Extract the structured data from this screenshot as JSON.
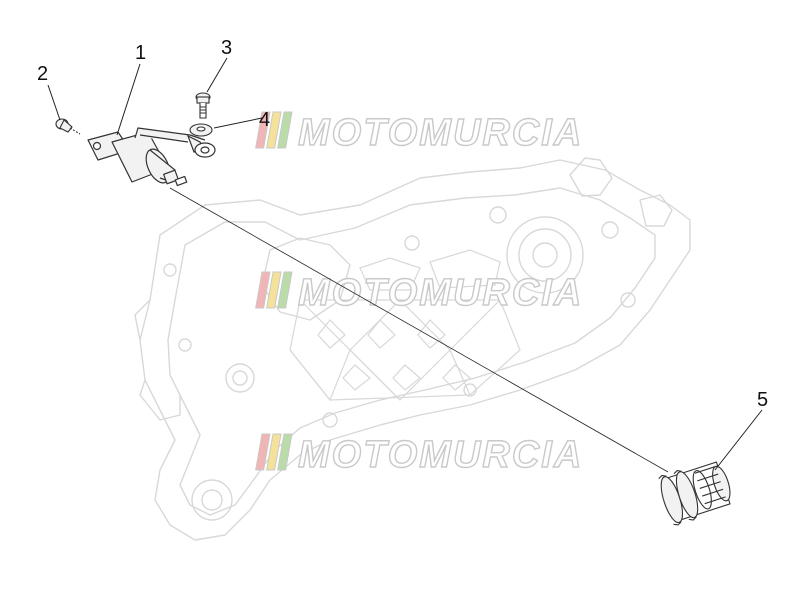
{
  "callouts": [
    {
      "id": "1",
      "label": "1"
    },
    {
      "id": "2",
      "label": "2"
    },
    {
      "id": "3",
      "label": "3"
    },
    {
      "id": "4",
      "label": "4"
    },
    {
      "id": "5",
      "label": "5"
    }
  ],
  "watermark": {
    "text": "MOTOMURCIA",
    "stripe_colors": [
      "#f2b5b5",
      "#f4e29a",
      "#b9dca8"
    ]
  },
  "colors": {
    "line": "#222222",
    "casing_outline": "#d8d8d8",
    "part_fill": "#f2f2f2",
    "part_stroke": "#333333"
  }
}
